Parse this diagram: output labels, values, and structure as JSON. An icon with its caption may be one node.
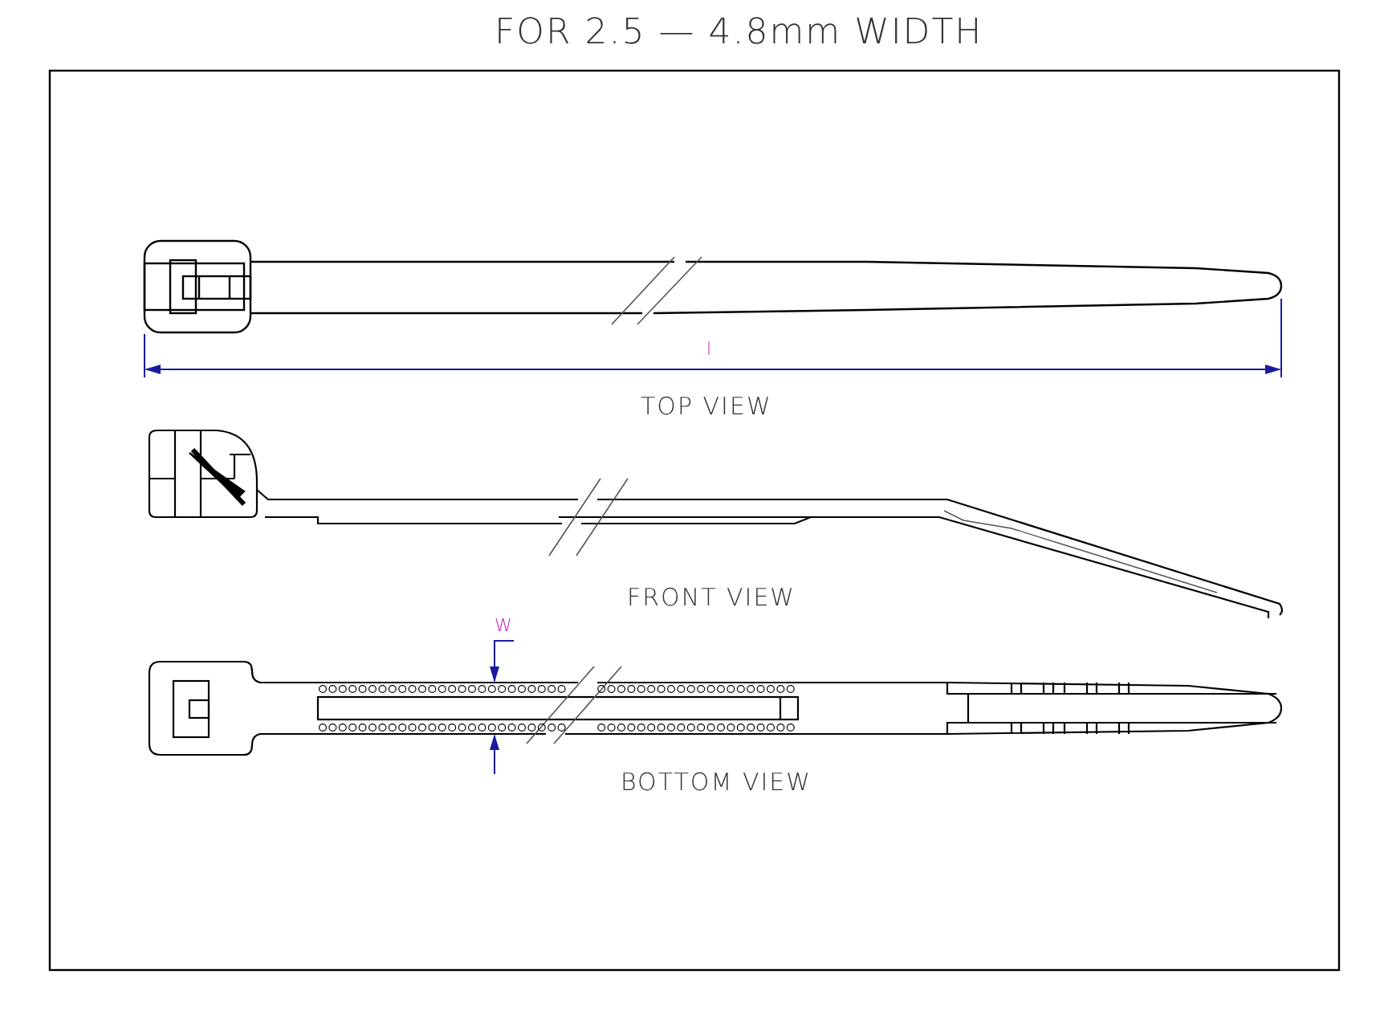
{
  "diagram": {
    "title": "FOR 2.5 — 4.8mm WIDTH",
    "labels": [
      "l",
      "TOP VIEW",
      "FRONT VIEW",
      "W",
      "BOTTOM VIEW"
    ]
  }
}
